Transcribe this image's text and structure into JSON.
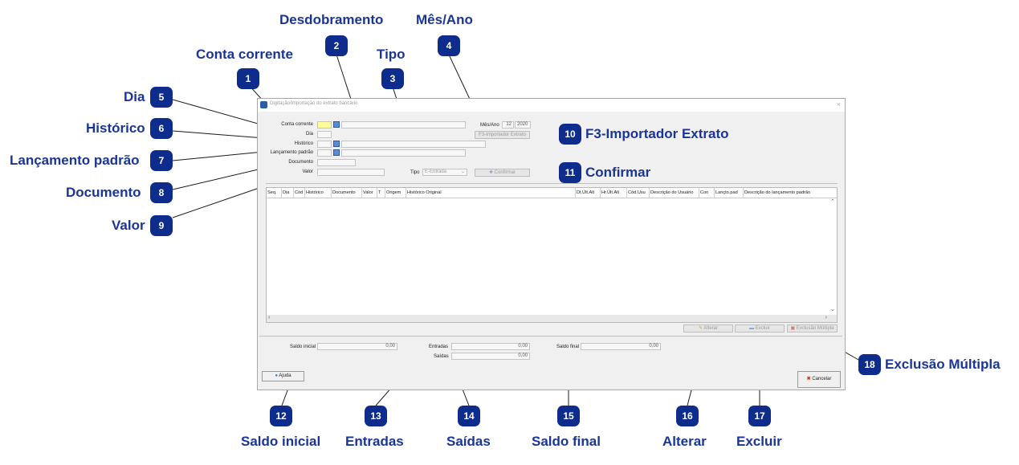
{
  "window": {
    "title": "Digitação/importação do extrato bancário",
    "close_glyph": "×"
  },
  "form": {
    "conta_corrente_label": "Conta corrente",
    "dia_label": "Dia",
    "historico_label": "Histórico",
    "lancamento_padrao_label": "Lançamento padrão",
    "documento_label": "Documento",
    "valor_label": "Valor",
    "tipo_label": "Tipo",
    "tipo_value": "E-Entrada",
    "mes_ano_label": "Mês/Ano",
    "mes_value": "12",
    "ano_value": "2020",
    "importador_button": "F3-Importador Extrato",
    "confirmar_button": "Confirmar"
  },
  "grid": {
    "columns": [
      "Seq.",
      "Dia",
      "Cód",
      "Histórico",
      "Documento",
      "Valor",
      "T",
      "Origem",
      "Histórico Original",
      "Dt.Últ.Alt",
      "Hr.Últ.Alt",
      "Cód.Usu",
      "Descrição do Usuário",
      "Con",
      "Lançto.pad",
      "Descrição do lançamento padrão"
    ]
  },
  "actions": {
    "alterar": "Alterar",
    "excluir": "Excluir",
    "exclusao_multipla": "Exclusão Múltipla"
  },
  "totals": {
    "saldo_inicial_label": "Saldo inicial",
    "saldo_inicial_value": "0,00",
    "entradas_label": "Entradas",
    "entradas_value": "0,00",
    "saidas_label": "Saídas",
    "saidas_value": "0,00",
    "saldo_final_label": "Saldo final",
    "saldo_final_value": "0,00"
  },
  "footer": {
    "ajuda": "Ajuda",
    "cancelar": "Cancelar"
  },
  "colors": {
    "badge": "#0d2c8b",
    "caption": "#1a3596"
  },
  "callouts": [
    {
      "number": "1",
      "caption": "Conta corrente"
    },
    {
      "number": "2",
      "caption": "Desdobramento"
    },
    {
      "number": "3",
      "caption": "Tipo"
    },
    {
      "number": "4",
      "caption": "Mês/Ano"
    },
    {
      "number": "5",
      "caption": "Dia"
    },
    {
      "number": "6",
      "caption": "Histórico"
    },
    {
      "number": "7",
      "caption": "Lançamento padrão"
    },
    {
      "number": "8",
      "caption": "Documento"
    },
    {
      "number": "9",
      "caption": "Valor"
    },
    {
      "number": "10",
      "caption": "F3-Importador Extrato"
    },
    {
      "number": "11",
      "caption": "Confirmar"
    },
    {
      "number": "12",
      "caption": "Saldo inicial"
    },
    {
      "number": "13",
      "caption": "Entradas"
    },
    {
      "number": "14",
      "caption": "Saídas"
    },
    {
      "number": "15",
      "caption": "Saldo final"
    },
    {
      "number": "16",
      "caption": "Alterar"
    },
    {
      "number": "17",
      "caption": "Excluir"
    },
    {
      "number": "18",
      "caption": "Exclusão Múltipla"
    }
  ]
}
